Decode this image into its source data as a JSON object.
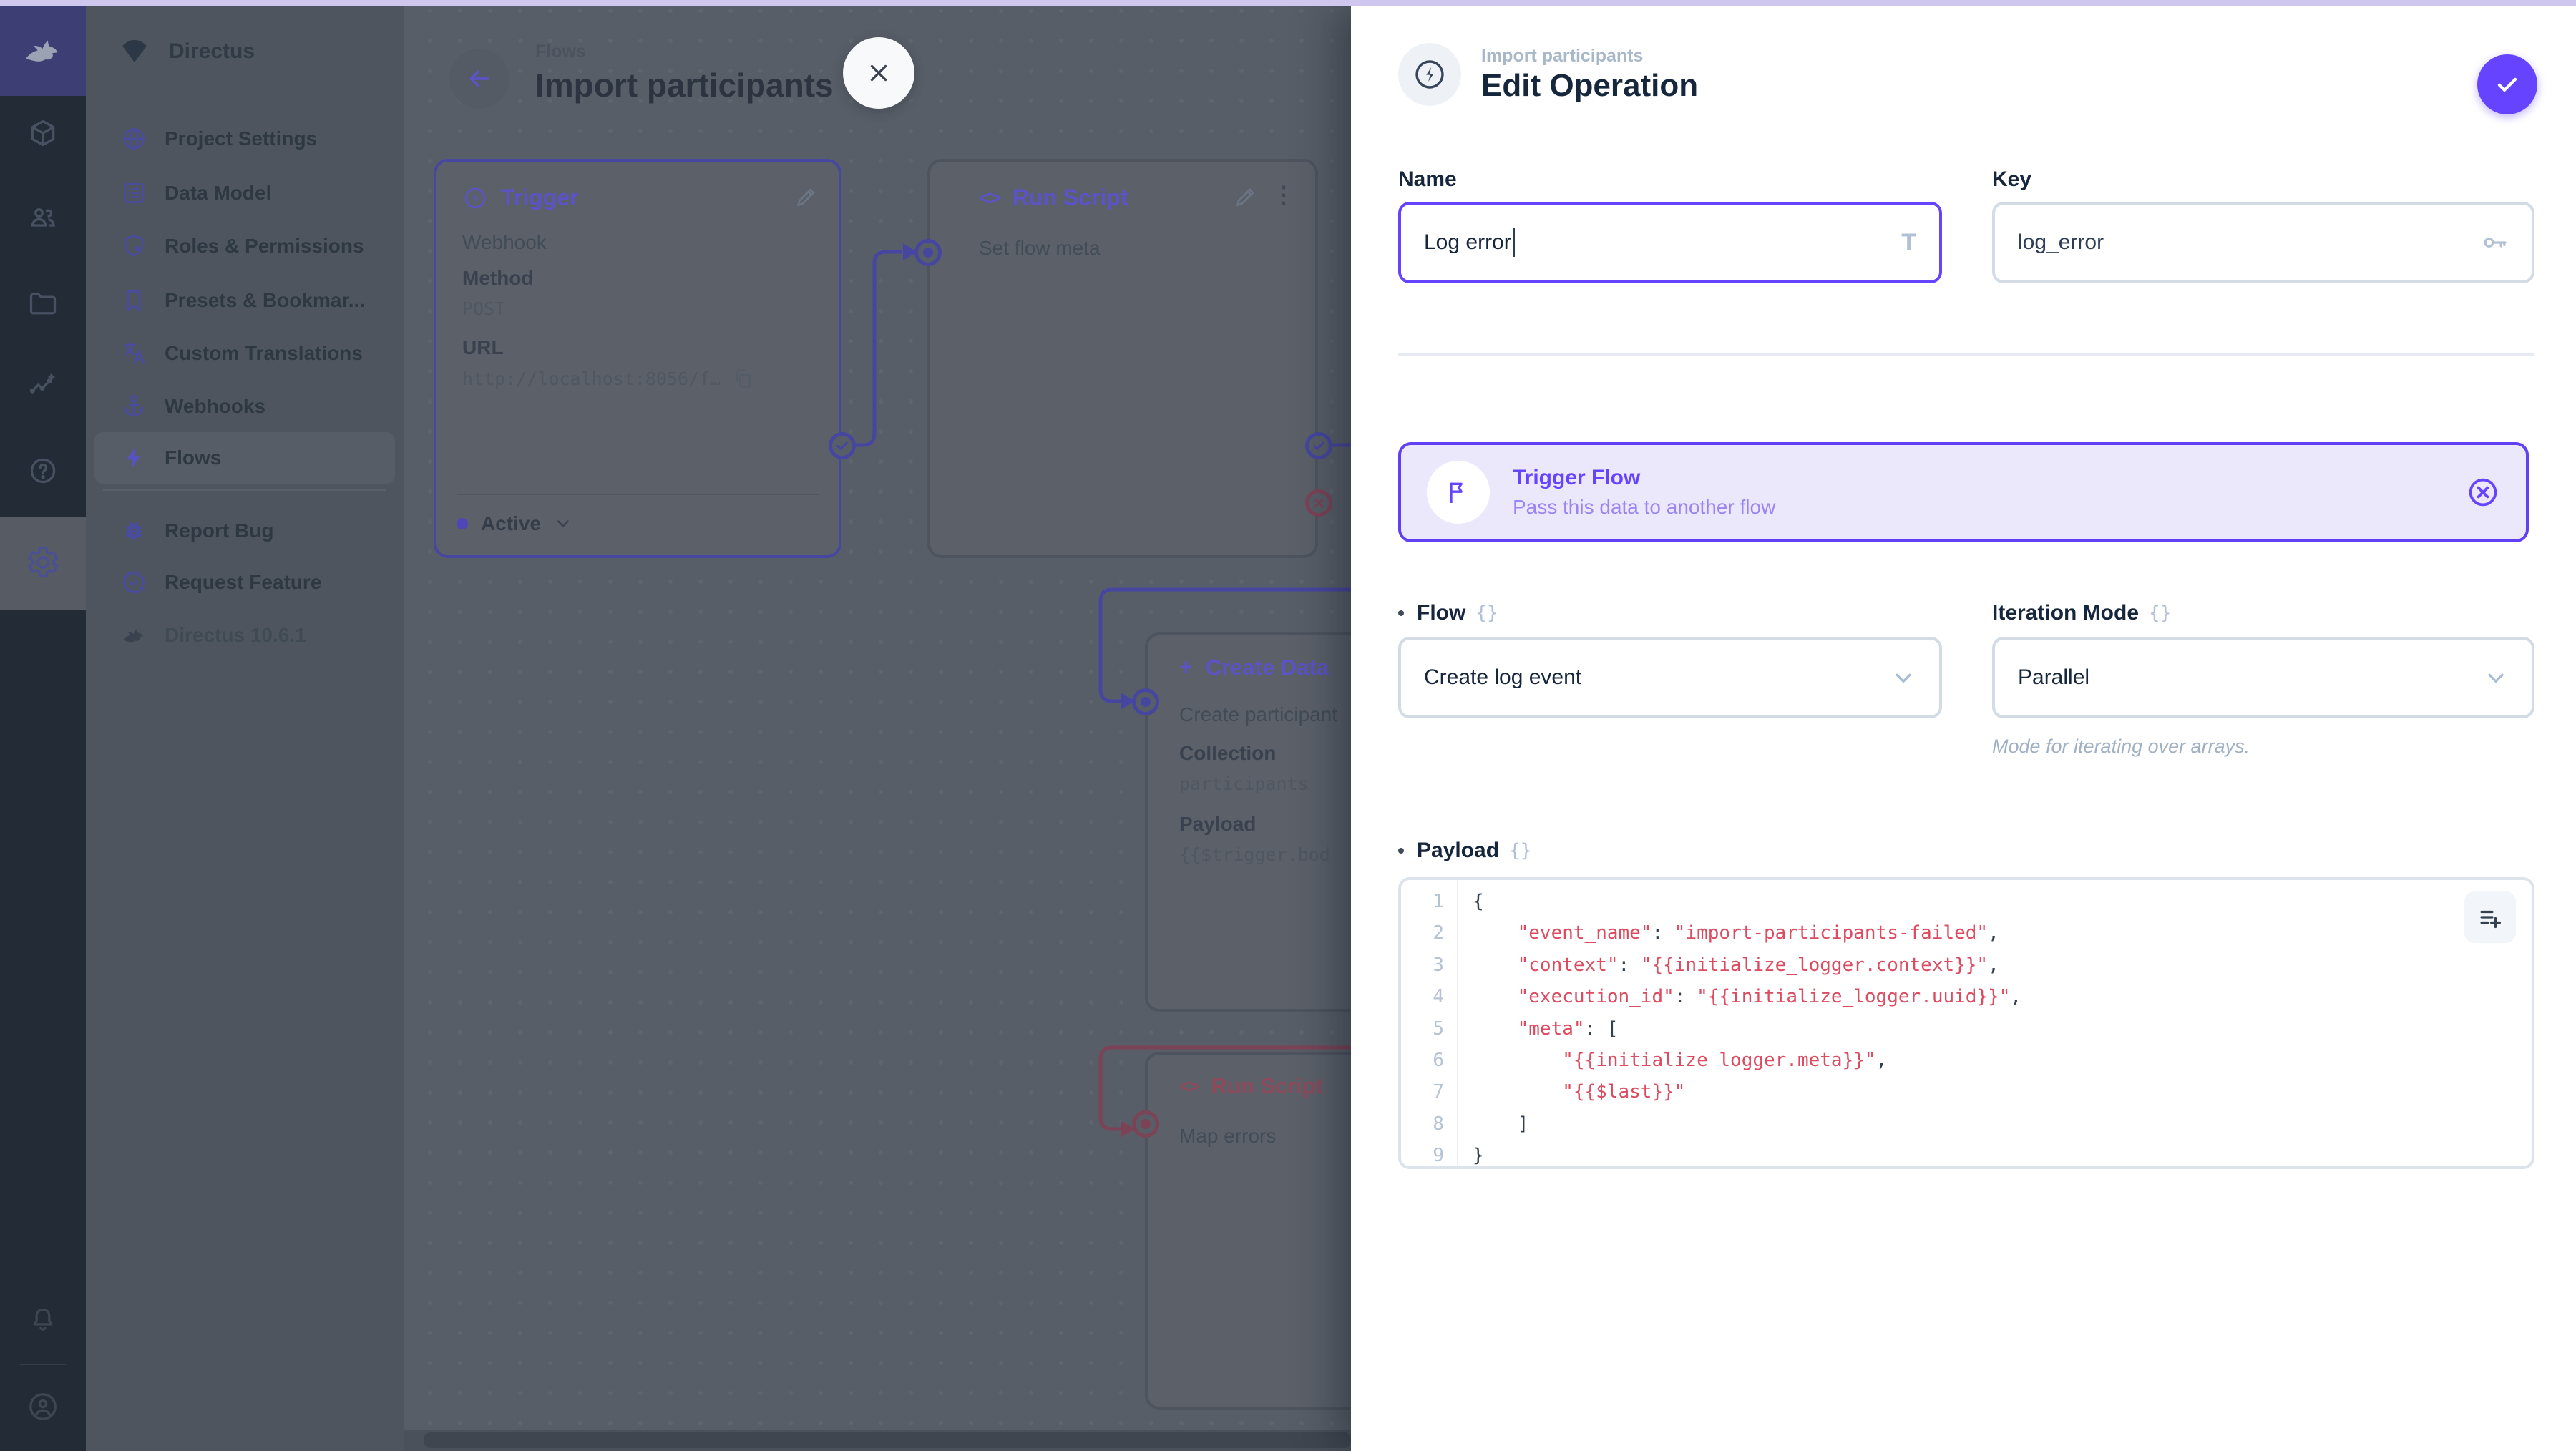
{
  "accent_color": "#6644ff",
  "module_bar": {
    "logo_icon": "rabbit-icon",
    "modules": [
      {
        "icon": "cube-icon"
      },
      {
        "icon": "users-icon"
      },
      {
        "icon": "folder-icon"
      },
      {
        "icon": "insights-icon"
      },
      {
        "icon": "help-icon"
      },
      {
        "icon": "gear-icon",
        "active": true
      }
    ],
    "bottom": [
      {
        "icon": "bell-icon"
      },
      {
        "icon": "avatar-icon"
      }
    ]
  },
  "sidebar": {
    "app_name": "Directus",
    "app_icon": "wedge-icon",
    "items": [
      {
        "label": "Project Settings",
        "icon": "globe-icon"
      },
      {
        "label": "Data Model",
        "icon": "list-box-icon"
      },
      {
        "label": "Roles & Permissions",
        "icon": "shield-icon"
      },
      {
        "label": "Presets & Bookmar...",
        "icon": "bookmark-icon"
      },
      {
        "label": "Custom Translations",
        "icon": "translate-icon"
      },
      {
        "label": "Webhooks",
        "icon": "anchor-icon"
      },
      {
        "label": "Flows",
        "icon": "bolt-icon",
        "active": true
      }
    ],
    "secondary": [
      {
        "label": "Report Bug",
        "icon": "bug-icon"
      },
      {
        "label": "Request Feature",
        "icon": "badge-check-icon"
      }
    ],
    "version": "Directus 10.6.1"
  },
  "canvas": {
    "breadcrumb": "Flows",
    "title": "Import participants",
    "panels": {
      "trigger": {
        "title": "Trigger",
        "type": "Webhook",
        "method_label": "Method",
        "method": "POST",
        "url_label": "URL",
        "url": "http://localhost:8056/f…",
        "status": "Active"
      },
      "run_script_1": {
        "title": "Run Script",
        "name": "Set flow meta"
      },
      "create_data": {
        "title": "Create Data",
        "name": "Create participant",
        "collection_label": "Collection",
        "collection": "participants",
        "payload_label": "Payload",
        "payload": "{{$trigger.bod"
      },
      "run_script_2": {
        "title": "Run Script",
        "name": "Map errors"
      }
    }
  },
  "drawer": {
    "breadcrumb": "Import participants",
    "title": "Edit Operation",
    "name_field": {
      "label": "Name",
      "value": "Log error"
    },
    "key_field": {
      "label": "Key",
      "value": "log_error"
    },
    "type_banner": {
      "title": "Trigger Flow",
      "subtitle": "Pass this data to another flow"
    },
    "flow_field": {
      "label": "Flow",
      "value": "Create log event"
    },
    "iteration_field": {
      "label": "Iteration Mode",
      "value": "Parallel",
      "note": "Mode for iterating over arrays."
    },
    "payload": {
      "label": "Payload",
      "lines": [
        {
          "n": "1",
          "segs": [
            {
              "c": "p",
              "t": "{"
            }
          ]
        },
        {
          "n": "2",
          "segs": [
            {
              "c": "p",
              "t": "    "
            },
            {
              "c": "s",
              "t": "\"event_name\""
            },
            {
              "c": "p",
              "t": ": "
            },
            {
              "c": "s",
              "t": "\"import-participants-failed\""
            },
            {
              "c": "p",
              "t": ","
            }
          ]
        },
        {
          "n": "3",
          "segs": [
            {
              "c": "p",
              "t": "    "
            },
            {
              "c": "s",
              "t": "\"context\""
            },
            {
              "c": "p",
              "t": ": "
            },
            {
              "c": "s",
              "t": "\"{{initialize_logger.context}}\""
            },
            {
              "c": "p",
              "t": ","
            }
          ]
        },
        {
          "n": "4",
          "segs": [
            {
              "c": "p",
              "t": "    "
            },
            {
              "c": "s",
              "t": "\"execution_id\""
            },
            {
              "c": "p",
              "t": ": "
            },
            {
              "c": "s",
              "t": "\"{{initialize_logger.uuid}}\""
            },
            {
              "c": "p",
              "t": ","
            }
          ]
        },
        {
          "n": "5",
          "segs": [
            {
              "c": "p",
              "t": "    "
            },
            {
              "c": "s",
              "t": "\"meta\""
            },
            {
              "c": "p",
              "t": ": ["
            }
          ]
        },
        {
          "n": "6",
          "segs": [
            {
              "c": "p",
              "t": "        "
            },
            {
              "c": "s",
              "t": "\"{{initialize_logger.meta}}\""
            },
            {
              "c": "p",
              "t": ","
            }
          ]
        },
        {
          "n": "7",
          "segs": [
            {
              "c": "p",
              "t": "        "
            },
            {
              "c": "s",
              "t": "\"{{$last}}\""
            }
          ]
        },
        {
          "n": "8",
          "segs": [
            {
              "c": "p",
              "t": "    ]"
            }
          ]
        },
        {
          "n": "9",
          "segs": [
            {
              "c": "p",
              "t": "}"
            }
          ]
        }
      ]
    }
  }
}
